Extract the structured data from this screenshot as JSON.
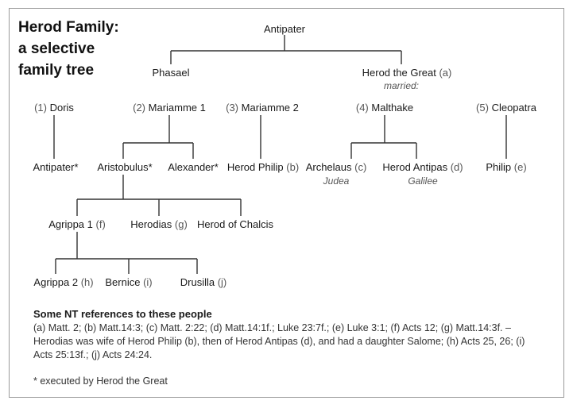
{
  "title": {
    "line1": "Herod Family:",
    "line2": "a selective",
    "line3": "family tree"
  },
  "nodes": {
    "antipater_root": "Antipater",
    "phasael": "Phasael",
    "herod_great": "Herod the Great",
    "herod_great_tag": "(a)",
    "married": "married:",
    "doris_num": "(1)",
    "doris": "Doris",
    "mariamme1_num": "(2)",
    "mariamme1": "Mariamme 1",
    "mariamme2_num": "(3)",
    "mariamme2": "Mariamme 2",
    "malthake_num": "(4)",
    "malthake": "Malthake",
    "cleopatra_num": "(5)",
    "cleopatra": "Cleopatra",
    "antipater_son": "Antipater*",
    "aristobulus": "Aristobulus*",
    "alexander": "Alexander*",
    "herod_philip": "Herod Philip",
    "herod_philip_tag": "(b)",
    "archelaus": "Archelaus",
    "archelaus_tag": "(c)",
    "archelaus_region": "Judea",
    "herod_antipas": "Herod Antipas",
    "herod_antipas_tag": "(d)",
    "antipas_region": "Galilee",
    "philip": "Philip",
    "philip_tag": "(e)",
    "agrippa1": "Agrippa 1",
    "agrippa1_tag": "(f)",
    "herodias": "Herodias",
    "herodias_tag": "(g)",
    "herod_chalcis": "Herod of Chalcis",
    "agrippa2": "Agrippa 2",
    "agrippa2_tag": "(h)",
    "bernice": "Bernice",
    "bernice_tag": "(i)",
    "drusilla": "Drusilla",
    "drusilla_tag": "(j)"
  },
  "references": {
    "heading": "Some NT references to these people",
    "body": "(a) Matt. 2; (b) Matt.14:3; (c) Matt. 2:22; (d) Matt.14:1f.; Luke 23:7f.; (e) Luke 3:1; (f) Acts 12; (g) Matt.14:3f. – Herodias was wife of Herod Philip (b), then of Herod Antipas (d), and had a daughter Salome; (h) Acts 25, 26; (i) Acts 25:13f.; (j) Acts 24:24.",
    "footnote": "* executed by Herod the Great"
  },
  "colors": {
    "line": "#333333",
    "border": "#9a9a9a",
    "muted": "#555555"
  }
}
